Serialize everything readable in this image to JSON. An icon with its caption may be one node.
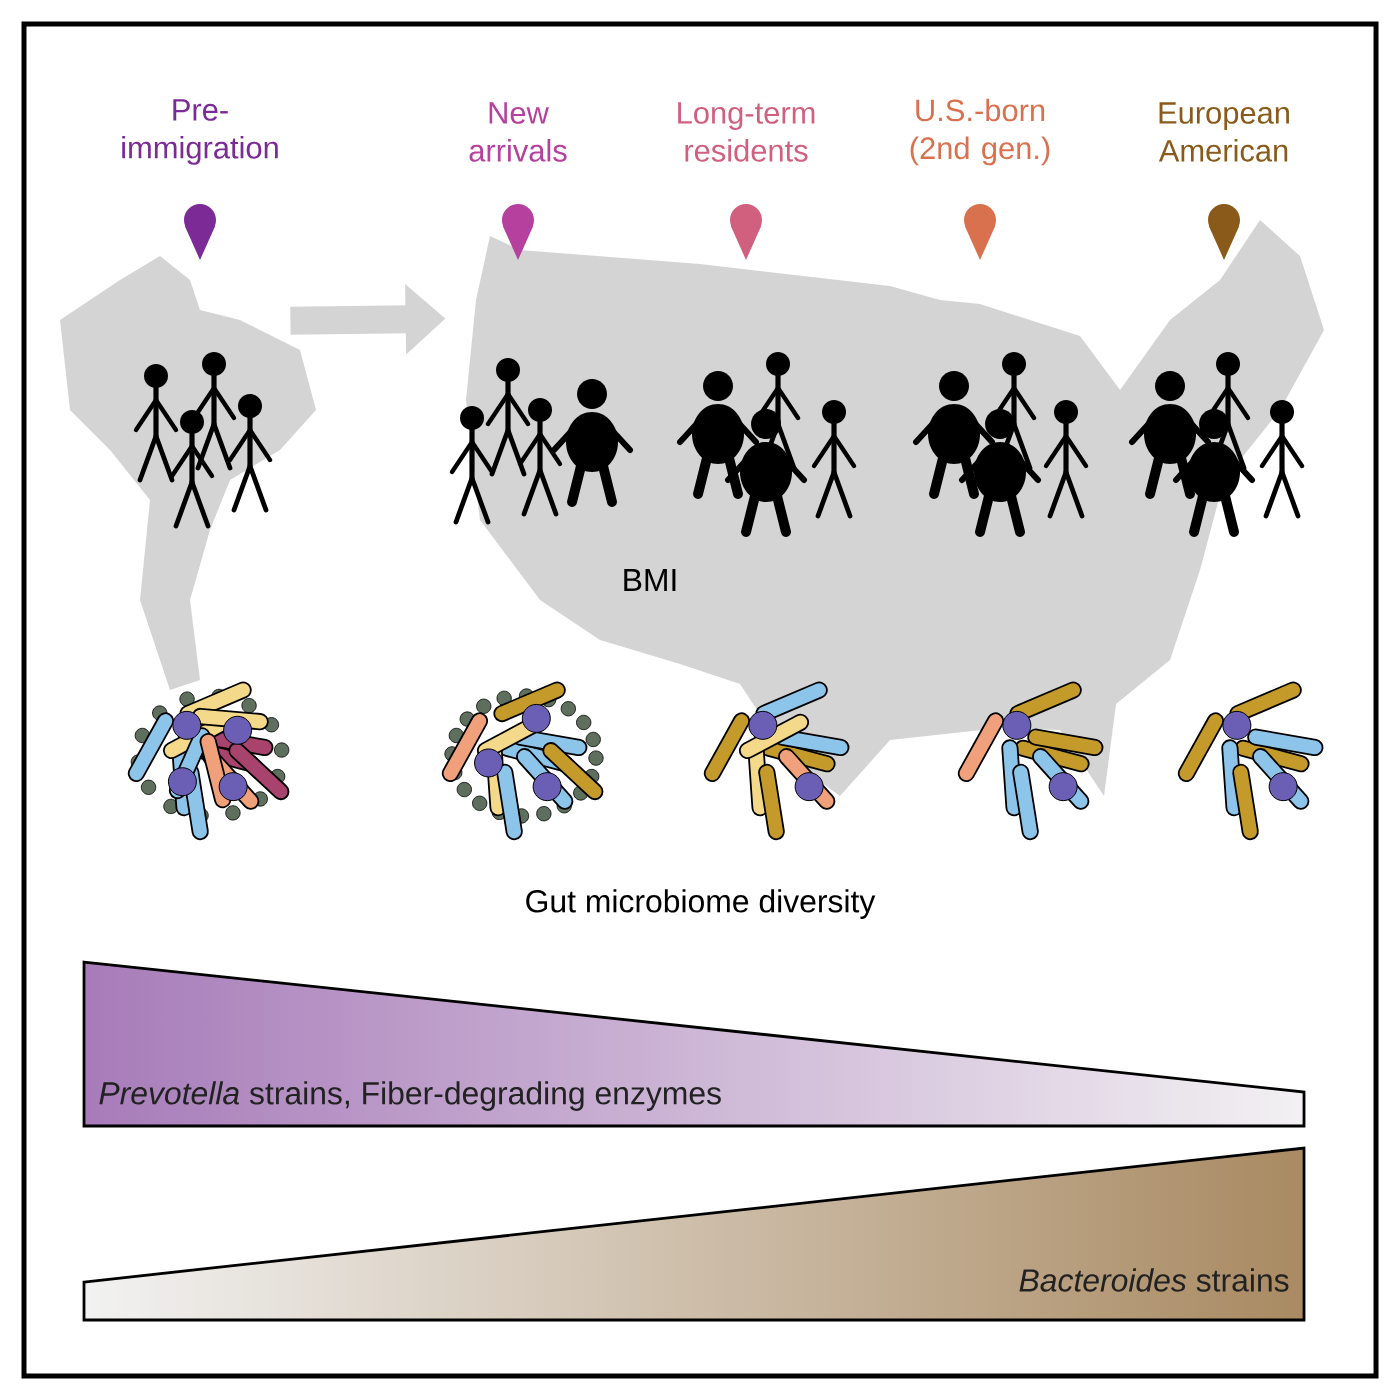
{
  "diagram": {
    "nodes": [
      {
        "text": [],
        "shape": "picture"
      },
      {
        "text": [],
        "shape": "picture"
      },
      {
        "text": [
          "*Prevotella* strains, Fiber-degrading enzymes"
        ]
      },
      {
        "text": [
          "*Bacteroides* strains"
        ]
      }
    ],
    "edges": [
      {
        "from": 0,
        "to": 1,
        "arrow": "to"
      }
    ],
    "labels": [
      "Pre- immigration",
      "New arrivals",
      "Long-term residents",
      "U.S.-born (2nd gen.)",
      "European American",
      "BMI",
      "Gut microbiome diversity"
    ]
  }
}
